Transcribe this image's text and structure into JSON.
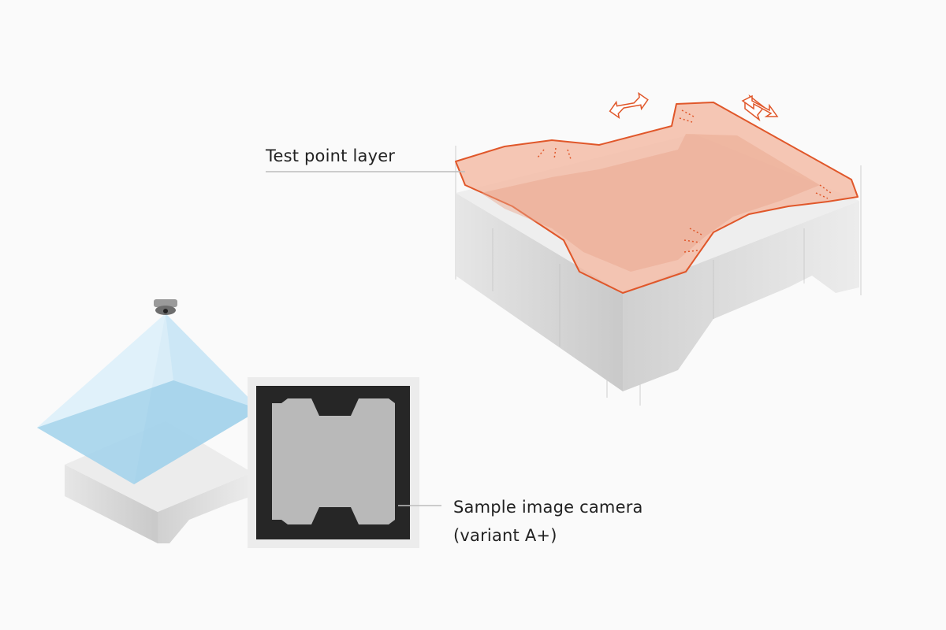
{
  "labels": {
    "test_point_layer": "Test point layer",
    "sample_image_camera_line1": "Sample image camera",
    "sample_image_camera_line2": "(variant A+)"
  },
  "colors": {
    "background": "#fafafa",
    "layer_fill": "#f4b9a2",
    "layer_stroke": "#e0572a",
    "camera_field": "#a9d8ef",
    "block": "#d9d9d9"
  },
  "icons": [
    "double-arrow-icon",
    "camera-icon"
  ]
}
